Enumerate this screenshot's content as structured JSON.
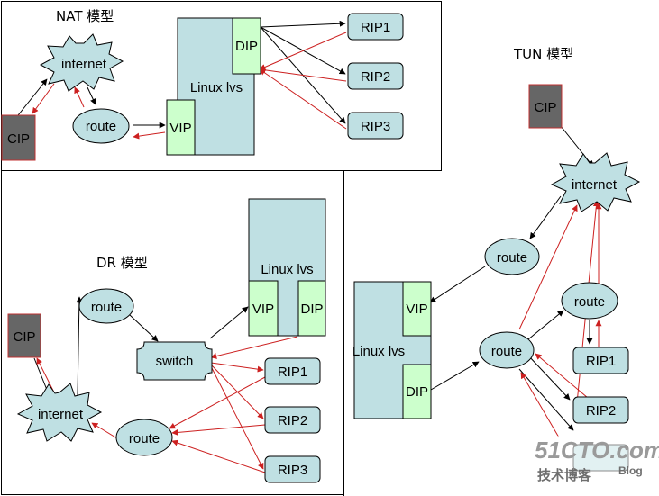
{
  "panels": {
    "nat_title": "NAT 模型",
    "dr_title": "DR 模型",
    "tun_title": "TUN 模型"
  },
  "nat": {
    "cip": "CIP",
    "internet": "internet",
    "route": "route",
    "lvs": "Linux lvs",
    "dip": "DIP",
    "vip": "VIP",
    "rip1": "RIP1",
    "rip2": "RIP2",
    "rip3": "RIP3"
  },
  "dr": {
    "cip": "CIP",
    "internet": "internet",
    "route_top": "route",
    "route_bottom": "route",
    "switch": "switch",
    "lvs": "Linux lvs",
    "vip": "VIP",
    "dip": "DIP",
    "rip1": "RIP1",
    "rip2": "RIP2",
    "rip3": "RIP3"
  },
  "tun": {
    "cip": "CIP",
    "internet": "internet",
    "route_upper": "route",
    "route_center": "route",
    "route_right": "route",
    "lvs": "Linux lvs",
    "vip": "VIP",
    "dip": "DIP",
    "rip1": "RIP1",
    "rip2": "RIP2"
  },
  "watermark": {
    "site": "51CTO.com",
    "sub": "技术博客",
    "blog": "Blog"
  },
  "colors": {
    "box_fill": "#bfe0e3",
    "green_fill": "#ccffcc",
    "cip_fill": "#666666",
    "cip_border": "#c03030",
    "request_arrow": "#000000",
    "response_arrow": "#cc2020"
  }
}
